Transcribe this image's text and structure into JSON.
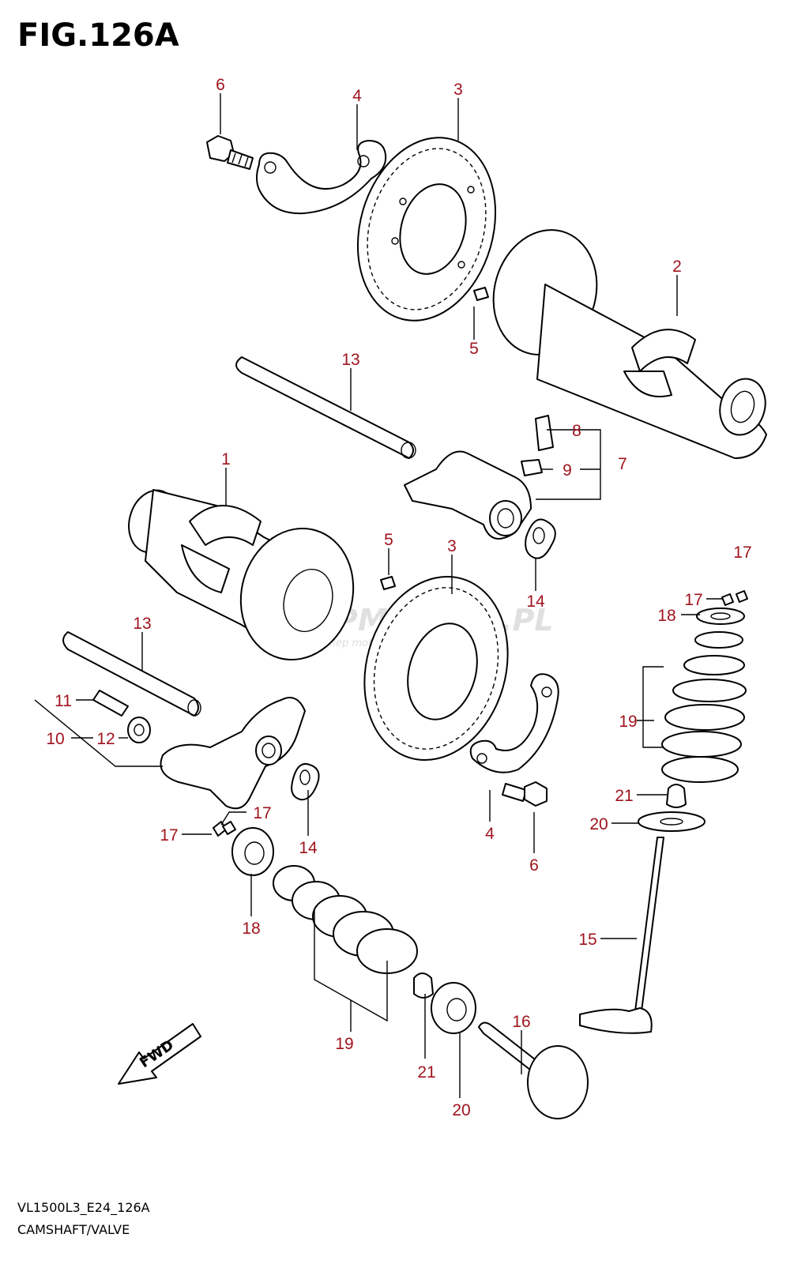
{
  "figure": {
    "title": "FIG.126A"
  },
  "footer": {
    "code": "VL1500L3_E24_126A",
    "caption": "CAMSHAFT/VALVE"
  },
  "watermark": {
    "text": "SKLEPMOTO43.PL",
    "tagline": "internetowy sklep motocyklowy"
  },
  "badge": {
    "fwd": "FWD"
  },
  "callouts": {
    "c6a": "6",
    "c4a": "4",
    "c3a": "3",
    "c2": "2",
    "c5a": "5",
    "c13a": "13",
    "c8": "8",
    "c9": "9",
    "c7": "7",
    "c1": "1",
    "c5b": "5",
    "c3b": "3",
    "c14a": "14",
    "c17a": "17",
    "c17b": "17",
    "c18a": "18",
    "c13b": "13",
    "c11": "11",
    "c10": "10",
    "c12": "12",
    "c19a": "19",
    "c21a": "21",
    "c20a": "20",
    "c17c": "17",
    "c17d": "17",
    "c14b": "14",
    "c4b": "4",
    "c6b": "6",
    "c15": "15",
    "c18b": "18",
    "c16": "16",
    "c19b": "19",
    "c21b": "21",
    "c20b": "20"
  }
}
